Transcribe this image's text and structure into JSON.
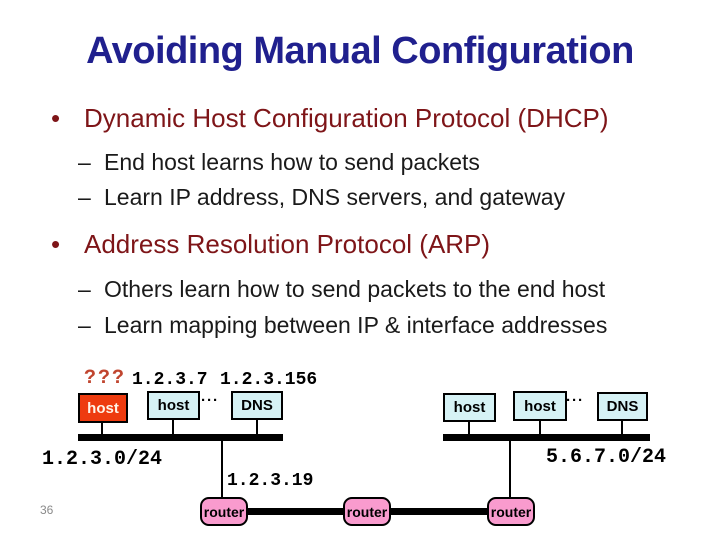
{
  "slide": {
    "title": "Avoiding Manual Configuration",
    "page_number": "36"
  },
  "bullets": {
    "b1": {
      "marker": "•",
      "text": "Dynamic Host Configuration Protocol (DHCP)"
    },
    "s1": {
      "marker": "–",
      "text": "End host learns how to send packets"
    },
    "s2": {
      "marker": "–",
      "text": "Learn IP address, DNS servers, and gateway"
    },
    "b2": {
      "marker": "•",
      "text": "Address Resolution Protocol (ARP)"
    },
    "s3": {
      "marker": "–",
      "text": "Others learn how to send packets to the end host"
    },
    "s4": {
      "marker": "–",
      "text": "Learn mapping between IP & interface addresses"
    }
  },
  "diagram": {
    "unknown_ip_label": "???",
    "left_lan": {
      "host_ip": "1.2.3.7",
      "dns_ip": "1.2.3.156",
      "subnet": "1.2.3.0/24",
      "highlighted_host": "host",
      "host": "host",
      "dns": "DNS",
      "ellipsis": "···"
    },
    "right_lan": {
      "subnet": "5.6.7.0/24",
      "host1": "host",
      "host2": "host",
      "dns": "DNS",
      "ellipsis": "···"
    },
    "router_interface_ip": "1.2.3.19",
    "router1": "router",
    "router2": "router",
    "router3": "router",
    "colors": {
      "title": "#20208E",
      "heading_red": "#7E1518",
      "body_text": "#1A1A1A",
      "unknown_label_red": "#C0452F",
      "highlight_host_fill": "#EE3B0F",
      "node_fill": "#D6F2F5",
      "router_fill": "#F99BCE",
      "line_black": "#000000",
      "page_number_gray": "#8A8A8A"
    }
  }
}
